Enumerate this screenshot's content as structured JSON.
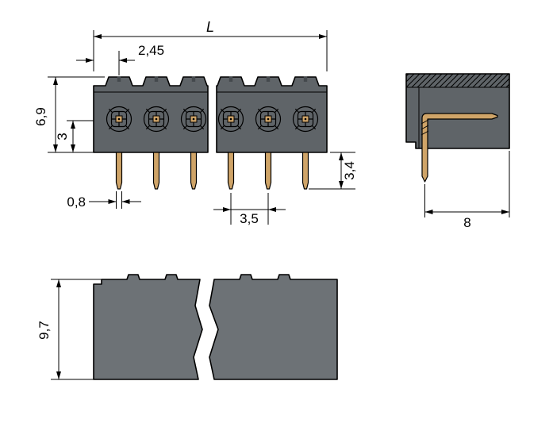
{
  "drawing_type": "connector-technical-dimension-drawing",
  "colors": {
    "background": "#ffffff",
    "outline": "#000000",
    "housing": "#5f6468",
    "housing_light": "#6d7276",
    "pin": "#cfa468",
    "slot": "#44494d"
  },
  "front_view": {
    "dimensions": {
      "total_length": "L",
      "edge_to_first_pole": "2,45",
      "housing_height": "6,9",
      "pin_axis_to_bottom": "3",
      "pin_width": "0,8",
      "pole_pitch": "3,5",
      "pin_protrusion": "3,4"
    }
  },
  "side_view": {
    "dimensions": {
      "pin_to_back": "8"
    }
  },
  "bottom_view": {
    "dimensions": {
      "housing_depth": "9,7"
    }
  }
}
